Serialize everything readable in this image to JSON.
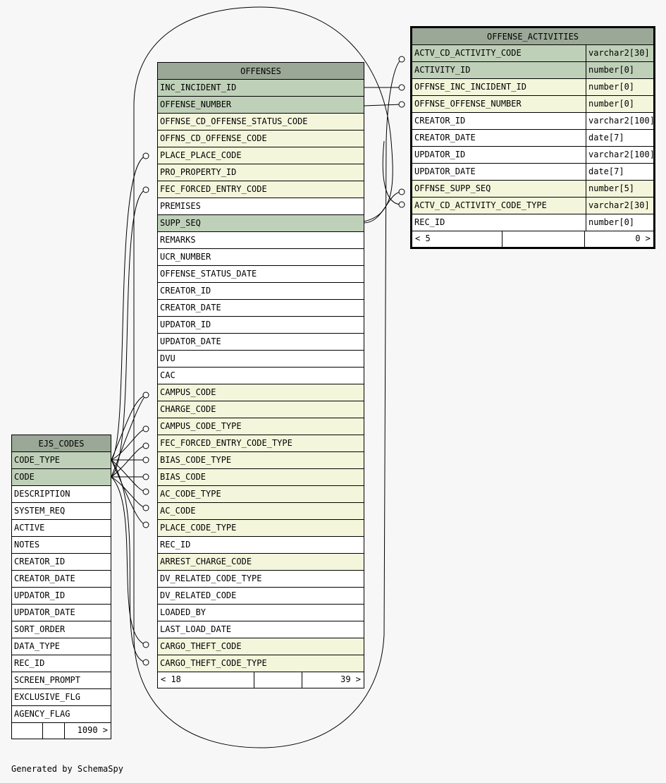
{
  "tables": {
    "offense_activities": {
      "name": "OFFENSE_ACTIVITIES",
      "footer": {
        "left": "< 5",
        "right": "0 >"
      },
      "columns": [
        {
          "name": "ACTV_CD_ACTIVITY_CODE",
          "type": "varchar2[30]",
          "kind": "pk"
        },
        {
          "name": "ACTIVITY_ID",
          "type": "number[0]",
          "kind": "pk"
        },
        {
          "name": "OFFNSE_INC_INCIDENT_ID",
          "type": "number[0]",
          "kind": "fk"
        },
        {
          "name": "OFFNSE_OFFENSE_NUMBER",
          "type": "number[0]",
          "kind": "fk"
        },
        {
          "name": "CREATOR_ID",
          "type": "varchar2[100]",
          "kind": "plain"
        },
        {
          "name": "CREATOR_DATE",
          "type": "date[7]",
          "kind": "plain"
        },
        {
          "name": "UPDATOR_ID",
          "type": "varchar2[100]",
          "kind": "plain"
        },
        {
          "name": "UPDATOR_DATE",
          "type": "date[7]",
          "kind": "plain"
        },
        {
          "name": "OFFNSE_SUPP_SEQ",
          "type": "number[5]",
          "kind": "fk"
        },
        {
          "name": "ACTV_CD_ACTIVITY_CODE_TYPE",
          "type": "varchar2[30]",
          "kind": "fk"
        },
        {
          "name": "REC_ID",
          "type": "number[0]",
          "kind": "plain"
        }
      ]
    },
    "offenses": {
      "name": "OFFENSES",
      "footer": {
        "left": "< 18",
        "right": "39 >"
      },
      "columns": [
        {
          "name": "INC_INCIDENT_ID",
          "kind": "pk"
        },
        {
          "name": "OFFENSE_NUMBER",
          "kind": "pk"
        },
        {
          "name": "OFFNSE_CD_OFFENSE_STATUS_CODE",
          "kind": "fk"
        },
        {
          "name": "OFFNS_CD_OFFENSE_CODE",
          "kind": "fk"
        },
        {
          "name": "PLACE_PLACE_CODE",
          "kind": "fk"
        },
        {
          "name": "PRO_PROPERTY_ID",
          "kind": "fk"
        },
        {
          "name": "FEC_FORCED_ENTRY_CODE",
          "kind": "fk"
        },
        {
          "name": "PREMISES",
          "kind": "plain"
        },
        {
          "name": "SUPP_SEQ",
          "kind": "pk"
        },
        {
          "name": "REMARKS",
          "kind": "plain"
        },
        {
          "name": "UCR_NUMBER",
          "kind": "plain"
        },
        {
          "name": "OFFENSE_STATUS_DATE",
          "kind": "plain"
        },
        {
          "name": "CREATOR_ID",
          "kind": "plain"
        },
        {
          "name": "CREATOR_DATE",
          "kind": "plain"
        },
        {
          "name": "UPDATOR_ID",
          "kind": "plain"
        },
        {
          "name": "UPDATOR_DATE",
          "kind": "plain"
        },
        {
          "name": "DVU",
          "kind": "plain"
        },
        {
          "name": "CAC",
          "kind": "plain"
        },
        {
          "name": "CAMPUS_CODE",
          "kind": "fk"
        },
        {
          "name": "CHARGE_CODE",
          "kind": "fk"
        },
        {
          "name": "CAMPUS_CODE_TYPE",
          "kind": "fk"
        },
        {
          "name": "FEC_FORCED_ENTRY_CODE_TYPE",
          "kind": "fk"
        },
        {
          "name": "BIAS_CODE_TYPE",
          "kind": "fk"
        },
        {
          "name": "BIAS_CODE",
          "kind": "fk"
        },
        {
          "name": "AC_CODE_TYPE",
          "kind": "fk"
        },
        {
          "name": "AC_CODE",
          "kind": "fk"
        },
        {
          "name": "PLACE_CODE_TYPE",
          "kind": "fk"
        },
        {
          "name": "REC_ID",
          "kind": "plain"
        },
        {
          "name": "ARREST_CHARGE_CODE",
          "kind": "fk"
        },
        {
          "name": "DV_RELATED_CODE_TYPE",
          "kind": "plain"
        },
        {
          "name": "DV_RELATED_CODE",
          "kind": "plain"
        },
        {
          "name": "LOADED_BY",
          "kind": "plain"
        },
        {
          "name": "LAST_LOAD_DATE",
          "kind": "plain"
        },
        {
          "name": "CARGO_THEFT_CODE",
          "kind": "fk"
        },
        {
          "name": "CARGO_THEFT_CODE_TYPE",
          "kind": "fk"
        }
      ]
    },
    "ejs_codes": {
      "name": "EJS_CODES",
      "footer": {
        "left": "",
        "right": "1090 >"
      },
      "columns": [
        {
          "name": "CODE_TYPE",
          "kind": "pk"
        },
        {
          "name": "CODE",
          "kind": "pk"
        },
        {
          "name": "DESCRIPTION",
          "kind": "plain"
        },
        {
          "name": "SYSTEM_REQ",
          "kind": "plain"
        },
        {
          "name": "ACTIVE",
          "kind": "plain"
        },
        {
          "name": "NOTES",
          "kind": "plain"
        },
        {
          "name": "CREATOR_ID",
          "kind": "plain"
        },
        {
          "name": "CREATOR_DATE",
          "kind": "plain"
        },
        {
          "name": "UPDATOR_ID",
          "kind": "plain"
        },
        {
          "name": "UPDATOR_DATE",
          "kind": "plain"
        },
        {
          "name": "SORT_ORDER",
          "kind": "plain"
        },
        {
          "name": "DATA_TYPE",
          "kind": "plain"
        },
        {
          "name": "REC_ID",
          "kind": "plain"
        },
        {
          "name": "SCREEN_PROMPT",
          "kind": "plain"
        },
        {
          "name": "EXCLUSIVE_FLG",
          "kind": "plain"
        },
        {
          "name": "AGENCY_FLAG",
          "kind": "plain"
        }
      ]
    }
  },
  "footer_note": "Generated by SchemaSpy",
  "colors": {
    "header": "#9ba897",
    "primary_key": "#bfd0b8",
    "foreign_key": "#f4f6dc",
    "background": "#f7f7f7"
  }
}
